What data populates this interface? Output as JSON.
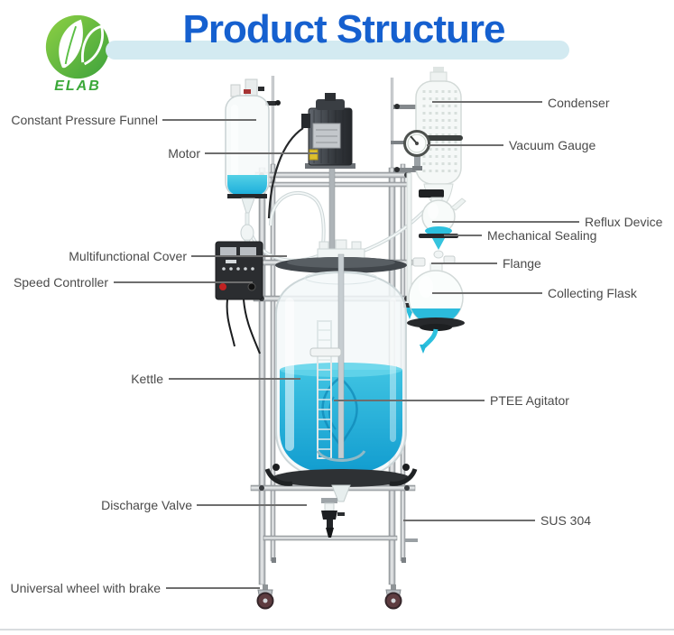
{
  "logo": {
    "text": "ELAB"
  },
  "title": {
    "text": "Product Structure"
  },
  "labels": {
    "constant_pressure_funnel": "Constant Pressure Funnel",
    "motor": "Motor",
    "multifunctional_cover": "Multifunctional Cover",
    "speed_controller": "Speed Controller",
    "kettle": "Kettle",
    "discharge_valve": "Discharge Valve",
    "universal_wheel_with_brake": "Universal wheel with brake",
    "condenser": "Condenser",
    "vacuum_gauge": "Vacuum Gauge",
    "reflux_device": "Reflux Device",
    "mechanical_sealing": "Mechanical Sealing",
    "flange": "Flange",
    "collecting_flask": "Collecting Flask",
    "ptee_agitator": "PTEE Agitator",
    "sus_304": "SUS 304"
  },
  "colors": {
    "title_blue": "#1660cf",
    "title_band": "#d3eaf1",
    "logo_green": "#4cb83e",
    "label_text": "#4a4a4a",
    "leader_line": "#6e6e6e",
    "liquid_cyan": "#2fb8dd",
    "steel_gray": "#c9ced2"
  }
}
